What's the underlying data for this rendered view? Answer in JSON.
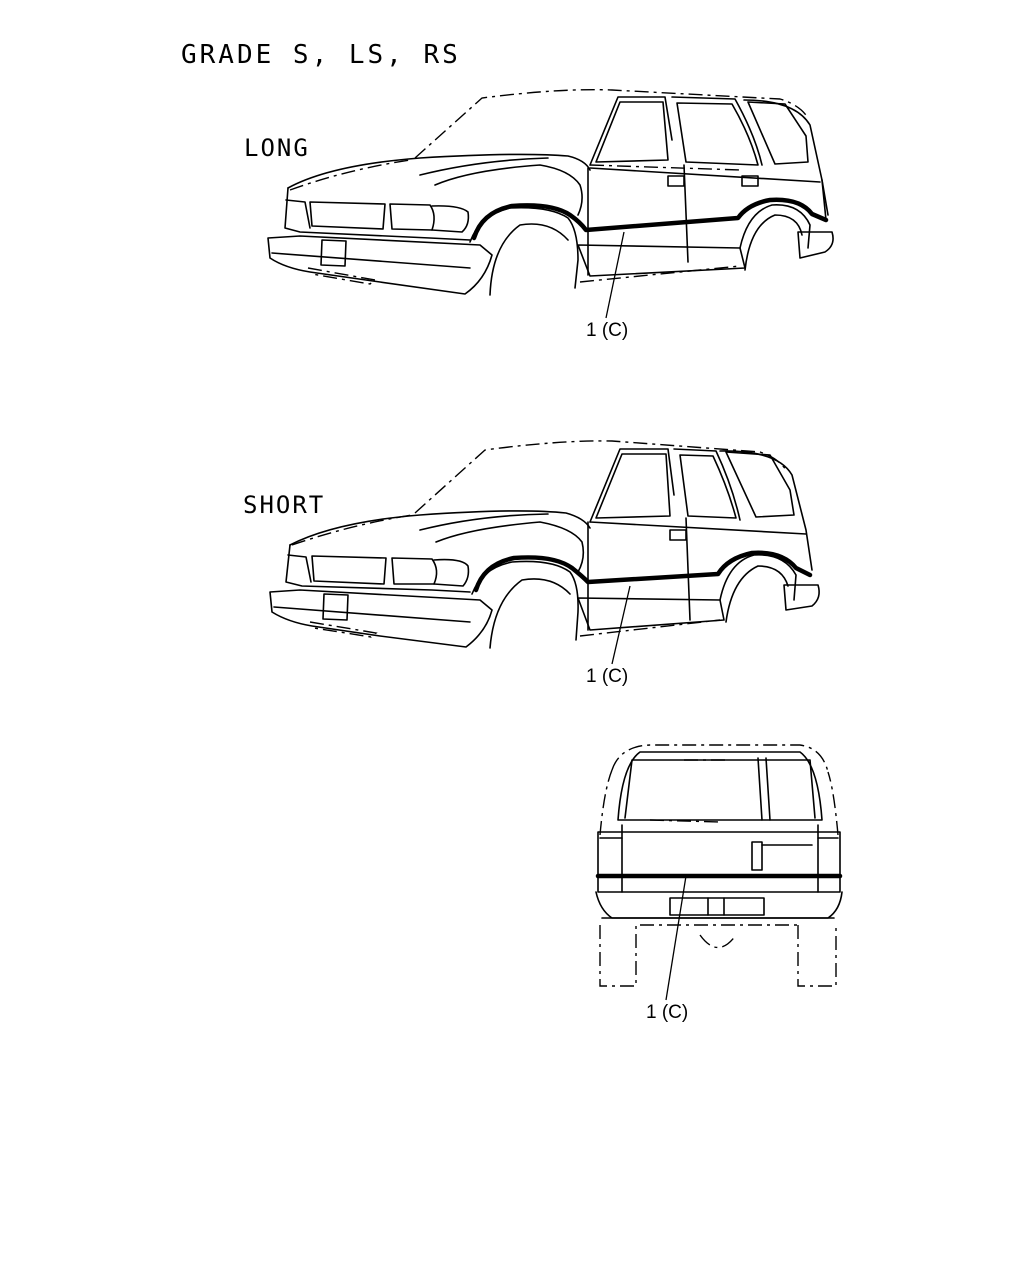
{
  "diagram": {
    "title": "GRADE  S, LS, RS",
    "views": [
      {
        "label": "LONG",
        "callout": "1 (C)"
      },
      {
        "label": "SHORT",
        "callout": "1 (C)"
      },
      {
        "label": "",
        "callout": "1 (C)"
      }
    ]
  }
}
